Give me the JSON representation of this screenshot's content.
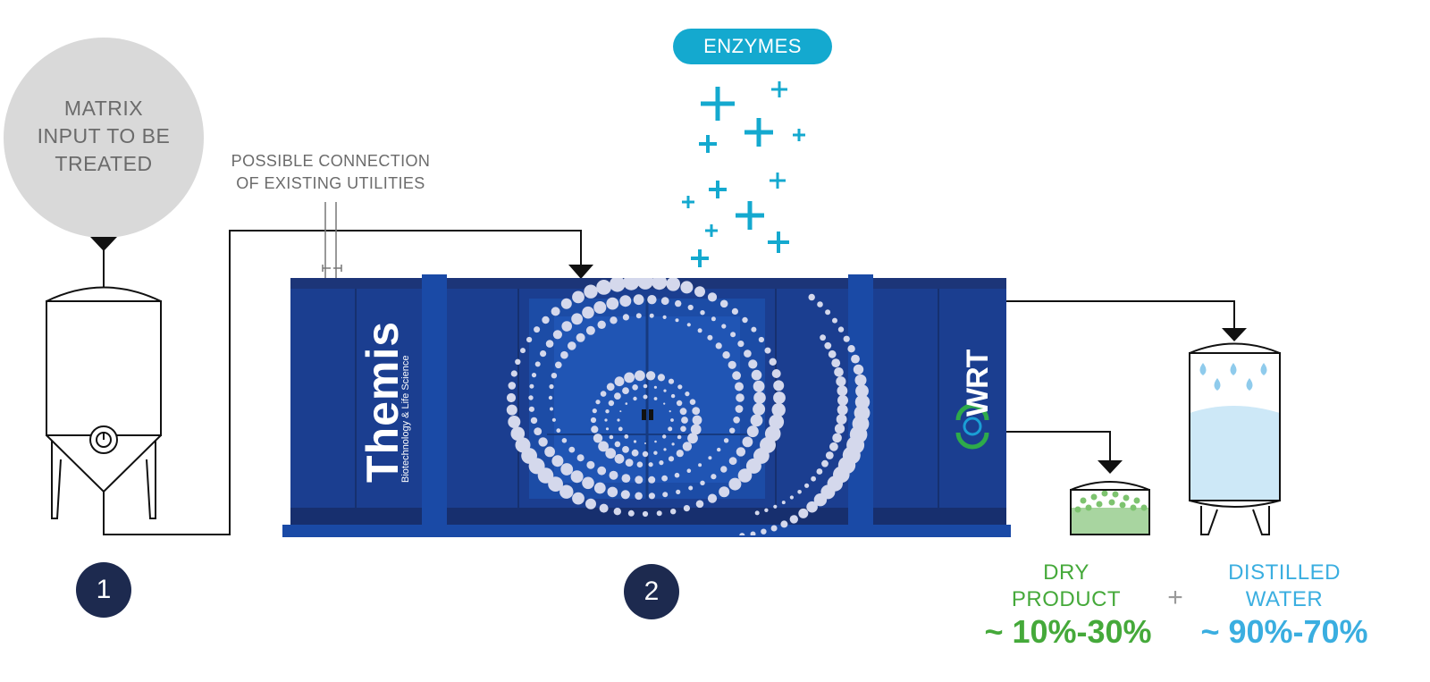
{
  "input": {
    "label_lines": [
      "MATRIX",
      "INPUT TO BE",
      "TREATED"
    ]
  },
  "utilities": {
    "label_lines": [
      "POSSIBLE CONNECTION",
      "OF EXISTING UTILITIES"
    ]
  },
  "enzymes": {
    "label": "ENZYMES",
    "color": "#14a9cf"
  },
  "machine": {
    "brand": "Themis",
    "tagline": "Biotechnology & Life Science",
    "partner_logo": "WRT",
    "body_color": "#1b3e90",
    "pillar_color": "#1a4aa6"
  },
  "steps": [
    {
      "number": "1"
    },
    {
      "number": "2"
    }
  ],
  "outputs": {
    "dry": {
      "label_lines": [
        "DRY",
        "PRODUCT"
      ],
      "percent": "~ 10%-30%",
      "color": "#45a93a"
    },
    "plus": "+",
    "water": {
      "label_lines": [
        "DISTILLED",
        "WATER"
      ],
      "percent": "~ 90%-70%",
      "color": "#3aaee0"
    }
  },
  "icons": [
    "tank-icon",
    "valve-icon",
    "arrow-down-icon",
    "enzyme-plus-icon",
    "bubble-ring-icon",
    "water-drop-icon",
    "wrt-logo-icon"
  ]
}
